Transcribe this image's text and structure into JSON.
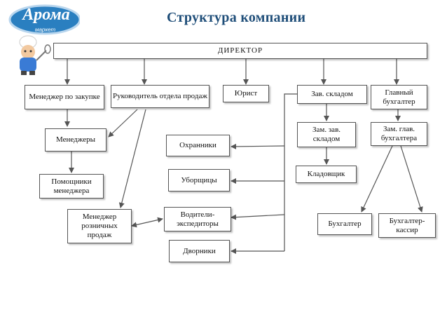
{
  "title": "Структура компании",
  "logo": {
    "text": "Арома",
    "sub": "маркет"
  },
  "nodes": {
    "director": "ДИРЕКТОР",
    "manager_purchase": "Менеджер по закупке",
    "head_sales": "Руководитель отдела продаж",
    "lawyer": "Юрист",
    "warehouse_head": "Зав. складом",
    "chief_accountant": "Главный бухгалтер",
    "managers": "Менеджеры",
    "guards": "Охранники",
    "deputy_warehouse": "Зам. зав. складом",
    "deputy_chief_accountant": "Зам. глав. бухгалтера",
    "assistant_managers": "Помощники менеджера",
    "cleaners": "Уборщицы",
    "storekeeper": "Кладовщик",
    "retail_manager": "Менеджер розничных продаж",
    "drivers": "Водители-экспедиторы",
    "accountant": "Бухгалтер",
    "accountant_cashier": "Бухгалтер-кассир",
    "janitors": "Дворники"
  },
  "colors": {
    "title": "#1f4e79",
    "line": "#555555",
    "logo_blue": "#2a7fc0"
  }
}
